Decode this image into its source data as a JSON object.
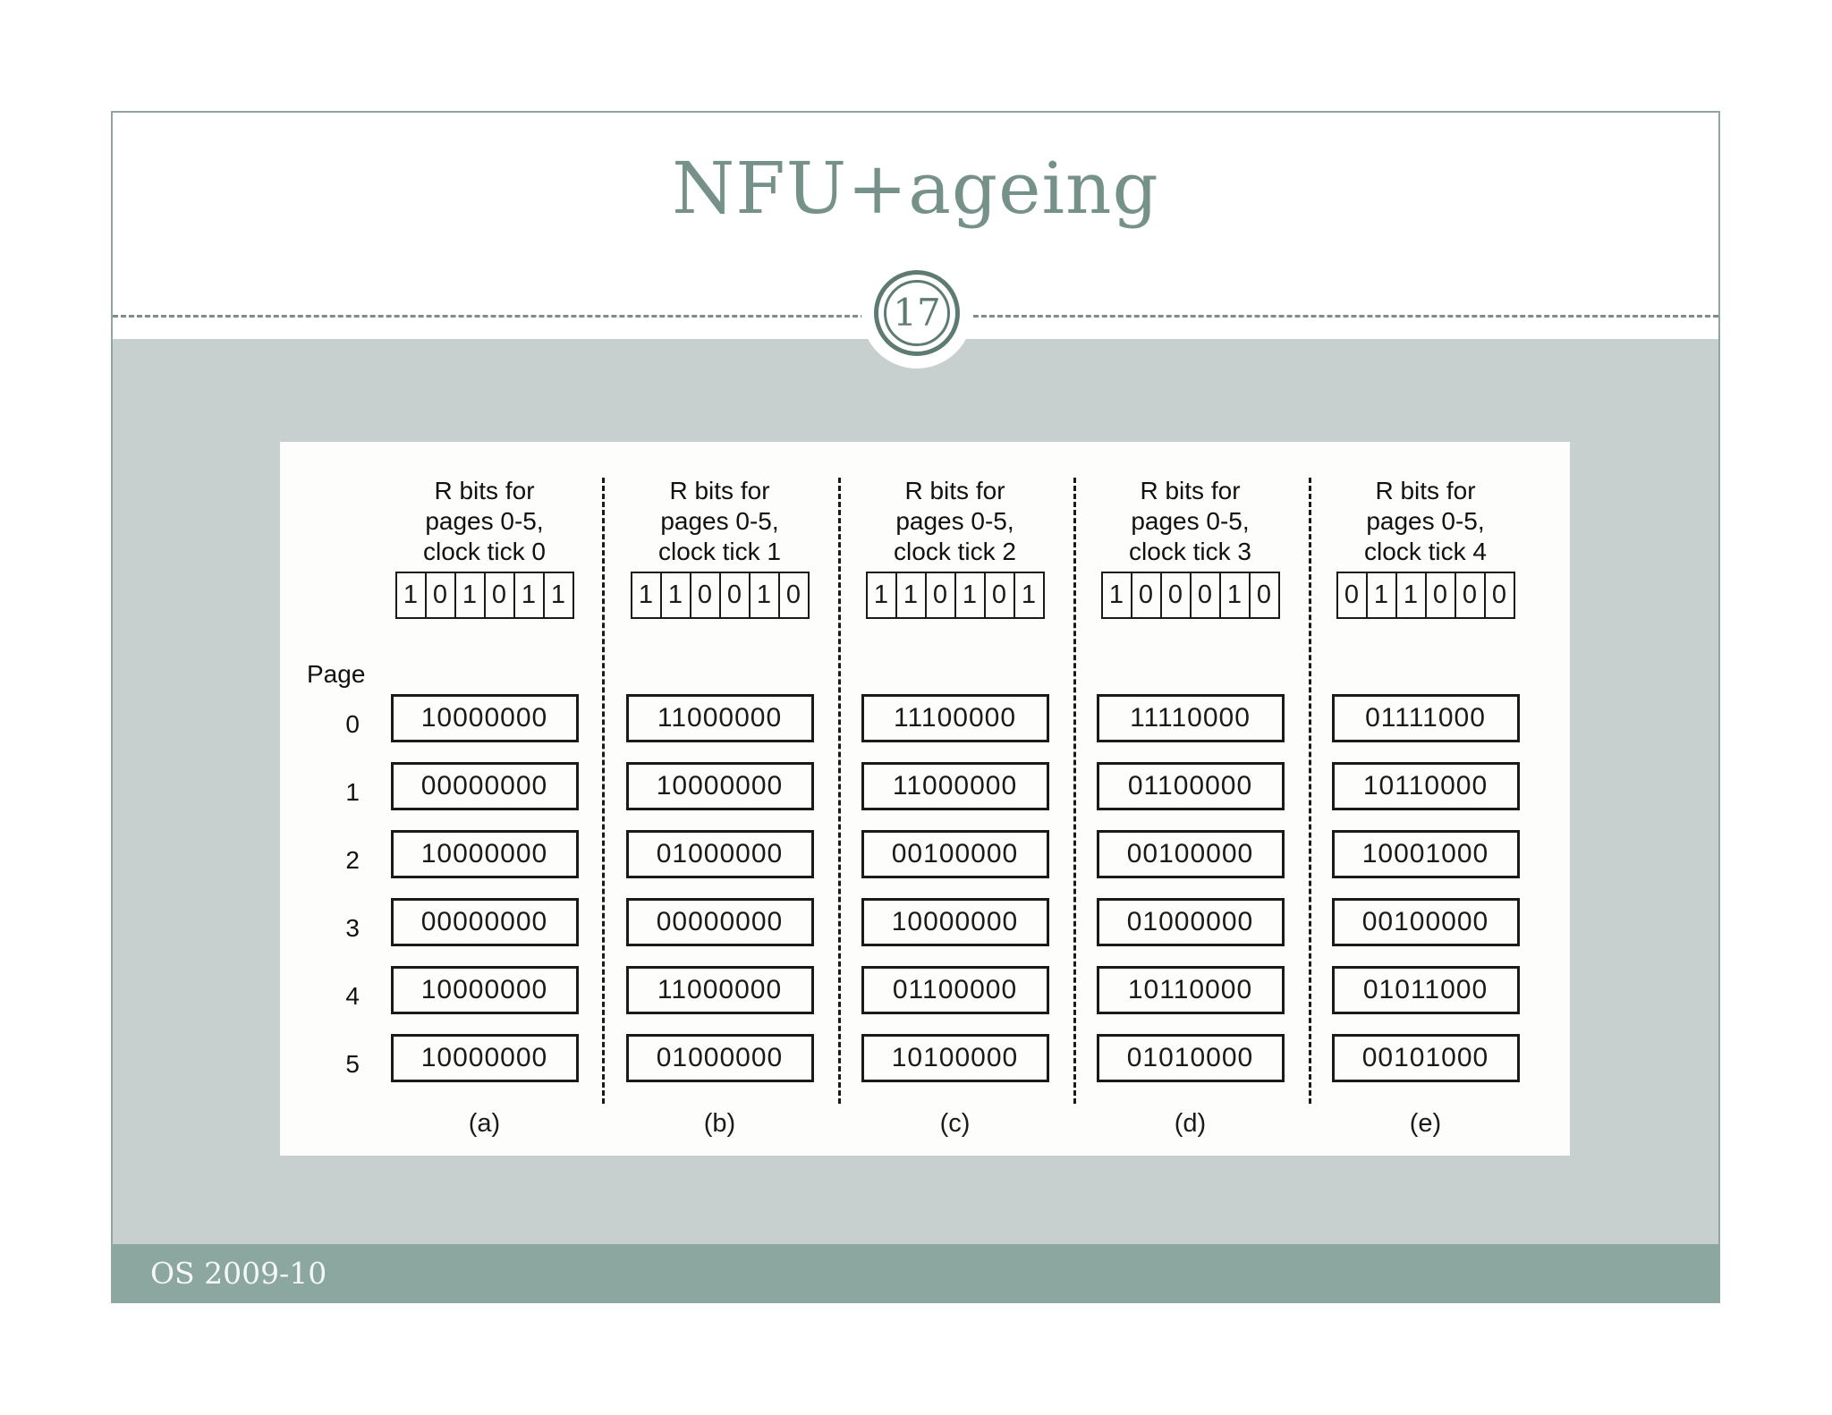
{
  "slide": {
    "title": "NFU+ageing",
    "page_number": "17",
    "footer": "OS 2009-10"
  },
  "colors": {
    "accent_sage": "#76918a",
    "ring_sage": "#5d7b73",
    "content_band": "#c7d0cf",
    "footer_band": "#8ca6a0",
    "frame_border": "#8fa79f",
    "figure_ink": "#1a1a1a"
  },
  "figure": {
    "page_label": "Page",
    "page_indices": [
      "0",
      "1",
      "2",
      "3",
      "4",
      "5"
    ],
    "columns": [
      {
        "header": "R bits for\npages 0-5,\nclock tick 0",
        "r_bits": [
          "1",
          "0",
          "1",
          "0",
          "1",
          "1"
        ],
        "counters": [
          "10000000",
          "00000000",
          "10000000",
          "00000000",
          "10000000",
          "10000000"
        ],
        "label": "(a)"
      },
      {
        "header": "R bits for\npages 0-5,\nclock tick 1",
        "r_bits": [
          "1",
          "1",
          "0",
          "0",
          "1",
          "0"
        ],
        "counters": [
          "11000000",
          "10000000",
          "01000000",
          "00000000",
          "11000000",
          "01000000"
        ],
        "label": "(b)"
      },
      {
        "header": "R bits for\npages 0-5,\nclock tick 2",
        "r_bits": [
          "1",
          "1",
          "0",
          "1",
          "0",
          "1"
        ],
        "counters": [
          "11100000",
          "11000000",
          "00100000",
          "10000000",
          "01100000",
          "10100000"
        ],
        "label": "(c)"
      },
      {
        "header": "R bits for\npages 0-5,\nclock tick 3",
        "r_bits": [
          "1",
          "0",
          "0",
          "0",
          "1",
          "0"
        ],
        "counters": [
          "11110000",
          "01100000",
          "00100000",
          "01000000",
          "10110000",
          "01010000"
        ],
        "label": "(d)"
      },
      {
        "header": "R bits for\npages 0-5,\nclock tick 4",
        "r_bits": [
          "0",
          "1",
          "1",
          "0",
          "0",
          "0"
        ],
        "counters": [
          "01111000",
          "10110000",
          "10001000",
          "00100000",
          "01011000",
          "00101000"
        ],
        "label": "(e)"
      }
    ]
  }
}
